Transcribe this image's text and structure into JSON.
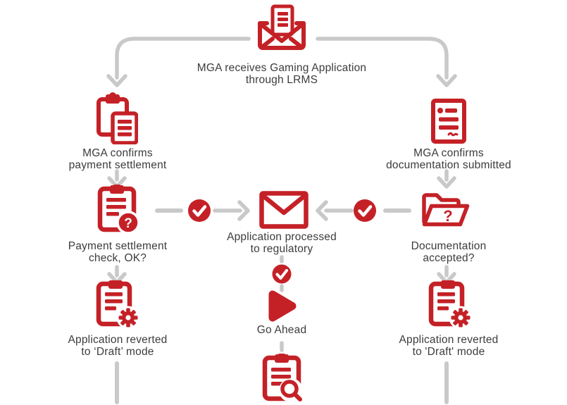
{
  "colors": {
    "accent_red": "#C42127",
    "connector_gray": "#C9C9C9",
    "text": "#3C3C3C",
    "background": "#FFFFFF"
  },
  "flow": {
    "receive": {
      "icon": "mail-receive-icon",
      "lines": [
        "MGA receives Gaming Application",
        "through LRMS"
      ]
    },
    "payment_confirm": {
      "icon": "clipboard-document-icon",
      "lines": [
        "MGA confirms",
        "payment settlement"
      ]
    },
    "payment_check": {
      "icon": "clipboard-question-icon",
      "lines": [
        "Payment settlement",
        "check, OK?"
      ],
      "badge": "?"
    },
    "draft_left": {
      "icon": "clipboard-gear-icon",
      "lines": [
        "Application reverted",
        "to ‘Draft’ mode"
      ]
    },
    "processed": {
      "icon": "envelope-icon",
      "lines": [
        "Application processed",
        "to regulatory"
      ]
    },
    "go_ahead": {
      "icon": "play-icon",
      "label": "Go Ahead"
    },
    "review": {
      "icon": "clipboard-search-icon"
    },
    "doc_confirm": {
      "icon": "document-icon",
      "lines": [
        "MGA confirms",
        "documentation submitted"
      ]
    },
    "doc_check": {
      "icon": "folder-question-icon",
      "lines": [
        "Documentation",
        "accepted?"
      ],
      "badge": "?"
    },
    "draft_right": {
      "icon": "clipboard-gear-icon",
      "lines": [
        "Application reverted",
        "to 'Draft' mode"
      ]
    },
    "checkpoints": {
      "left": "check-circle-icon",
      "right": "check-circle-icon",
      "center": "check-circle-icon"
    }
  }
}
